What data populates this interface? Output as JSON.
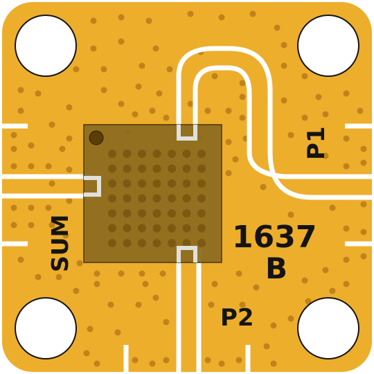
{
  "board": {
    "part_number": "1637",
    "revision": "B",
    "ports": {
      "p1": "P1",
      "p2": "P2",
      "sum": "SUM"
    }
  },
  "colors": {
    "gold": "#EDAE2C",
    "via": "#C0821A",
    "chip": "#8B6A1F",
    "chip_outline": "#4A3608",
    "chip_pad": "#7A5A10",
    "trace_gap": "#FFFFFF",
    "pin1_dot": "#5A3E05",
    "pad_silver": "#E0E0DC"
  }
}
